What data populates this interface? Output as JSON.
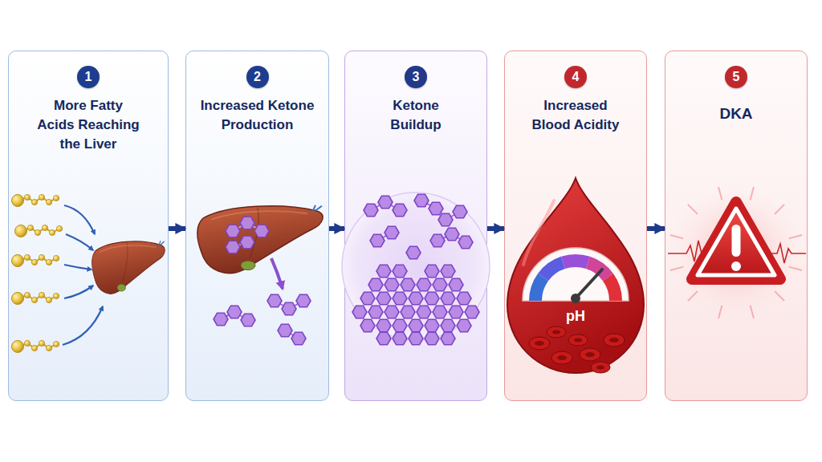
{
  "diagram": {
    "nodes": [
      {
        "text": [
          "More Fatty Acids Reaching the Liver"
        ]
      },
      {
        "text": [
          "1"
        ],
        "in": 0
      },
      {
        "text": [
          "Increased Ketone Production"
        ]
      },
      {
        "text": [
          "2"
        ],
        "in": 2
      },
      {
        "text": [
          "Ketone Buildup"
        ]
      },
      {
        "text": [
          "3"
        ],
        "in": 4
      },
      {
        "text": [
          "Increased Blood Acidity"
        ]
      },
      {
        "text": [
          "4"
        ],
        "in": 6
      },
      {
        "text": [
          "DKA"
        ]
      },
      {
        "text": [
          "5"
        ],
        "in": 8
      }
    ],
    "edges": [
      {
        "from": 0,
        "to": 2,
        "arrow": "to"
      },
      {
        "from": 2,
        "to": 4,
        "arrow": "to"
      },
      {
        "from": 4,
        "to": 6,
        "arrow": "to"
      },
      {
        "from": 6,
        "to": 8,
        "arrow": "to"
      }
    ],
    "labels": [
      "pH"
    ]
  }
}
